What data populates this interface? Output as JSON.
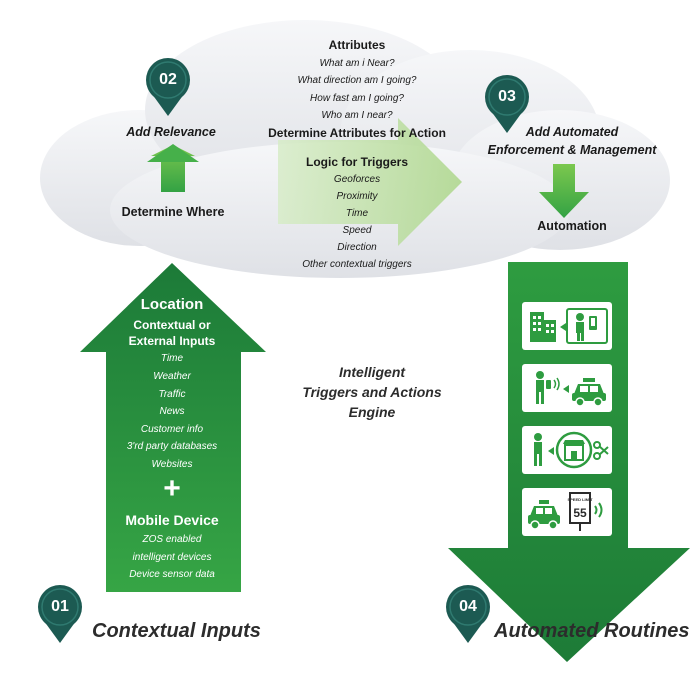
{
  "colors": {
    "green_dark": "#1e7f3a",
    "green_light": "#6cbf45",
    "pin_dark": "#1c5a52",
    "cloud": "#e4e6ea"
  },
  "steps": {
    "s01": {
      "num": "01",
      "label": "Contextual Inputs"
    },
    "s02": {
      "num": "02",
      "title": "Add Relevance",
      "subtitle": "Determine Where"
    },
    "s03": {
      "num": "03",
      "title_line1": "Add Automated",
      "title_line2": "Enforcement & Management",
      "subtitle": "Automation"
    },
    "s04": {
      "num": "04",
      "label": "Automated Routines"
    }
  },
  "cloud_center": {
    "attributes_heading": "Attributes",
    "attributes": [
      "What am i Near?",
      "What direction am I going?",
      "How fast am I going?",
      "Who am I near?"
    ],
    "determine": "Determine Attributes for Action",
    "logic_heading": "Logic for Triggers",
    "triggers": [
      "Geoforces",
      "Proximity",
      "Time",
      "Speed",
      "Direction",
      "Other contextual triggers"
    ]
  },
  "inputs_arrow": {
    "heading": "Location",
    "subheading_line1": "Contextual or",
    "subheading_line2": "External Inputs",
    "items": [
      "Time",
      "Weather",
      "Traffic",
      "News",
      "Customer info",
      "3'rd party databases",
      "Websites"
    ],
    "plus": "+",
    "device_heading": "Mobile Device",
    "device_items": [
      "ZOS enabled",
      "intelligent devices",
      "Device sensor data"
    ]
  },
  "engine": {
    "line1": "Intelligent",
    "line2": "Triggers and Actions",
    "line3": "Engine"
  },
  "routines": {
    "icons": [
      "building-person-phone-icon",
      "person-phone-taxi-icon",
      "person-store-scissors-icon",
      "taxi-speed-limit-icon"
    ],
    "speed_sign_top": "SPEED LIMIT",
    "speed_sign_value": "55"
  }
}
